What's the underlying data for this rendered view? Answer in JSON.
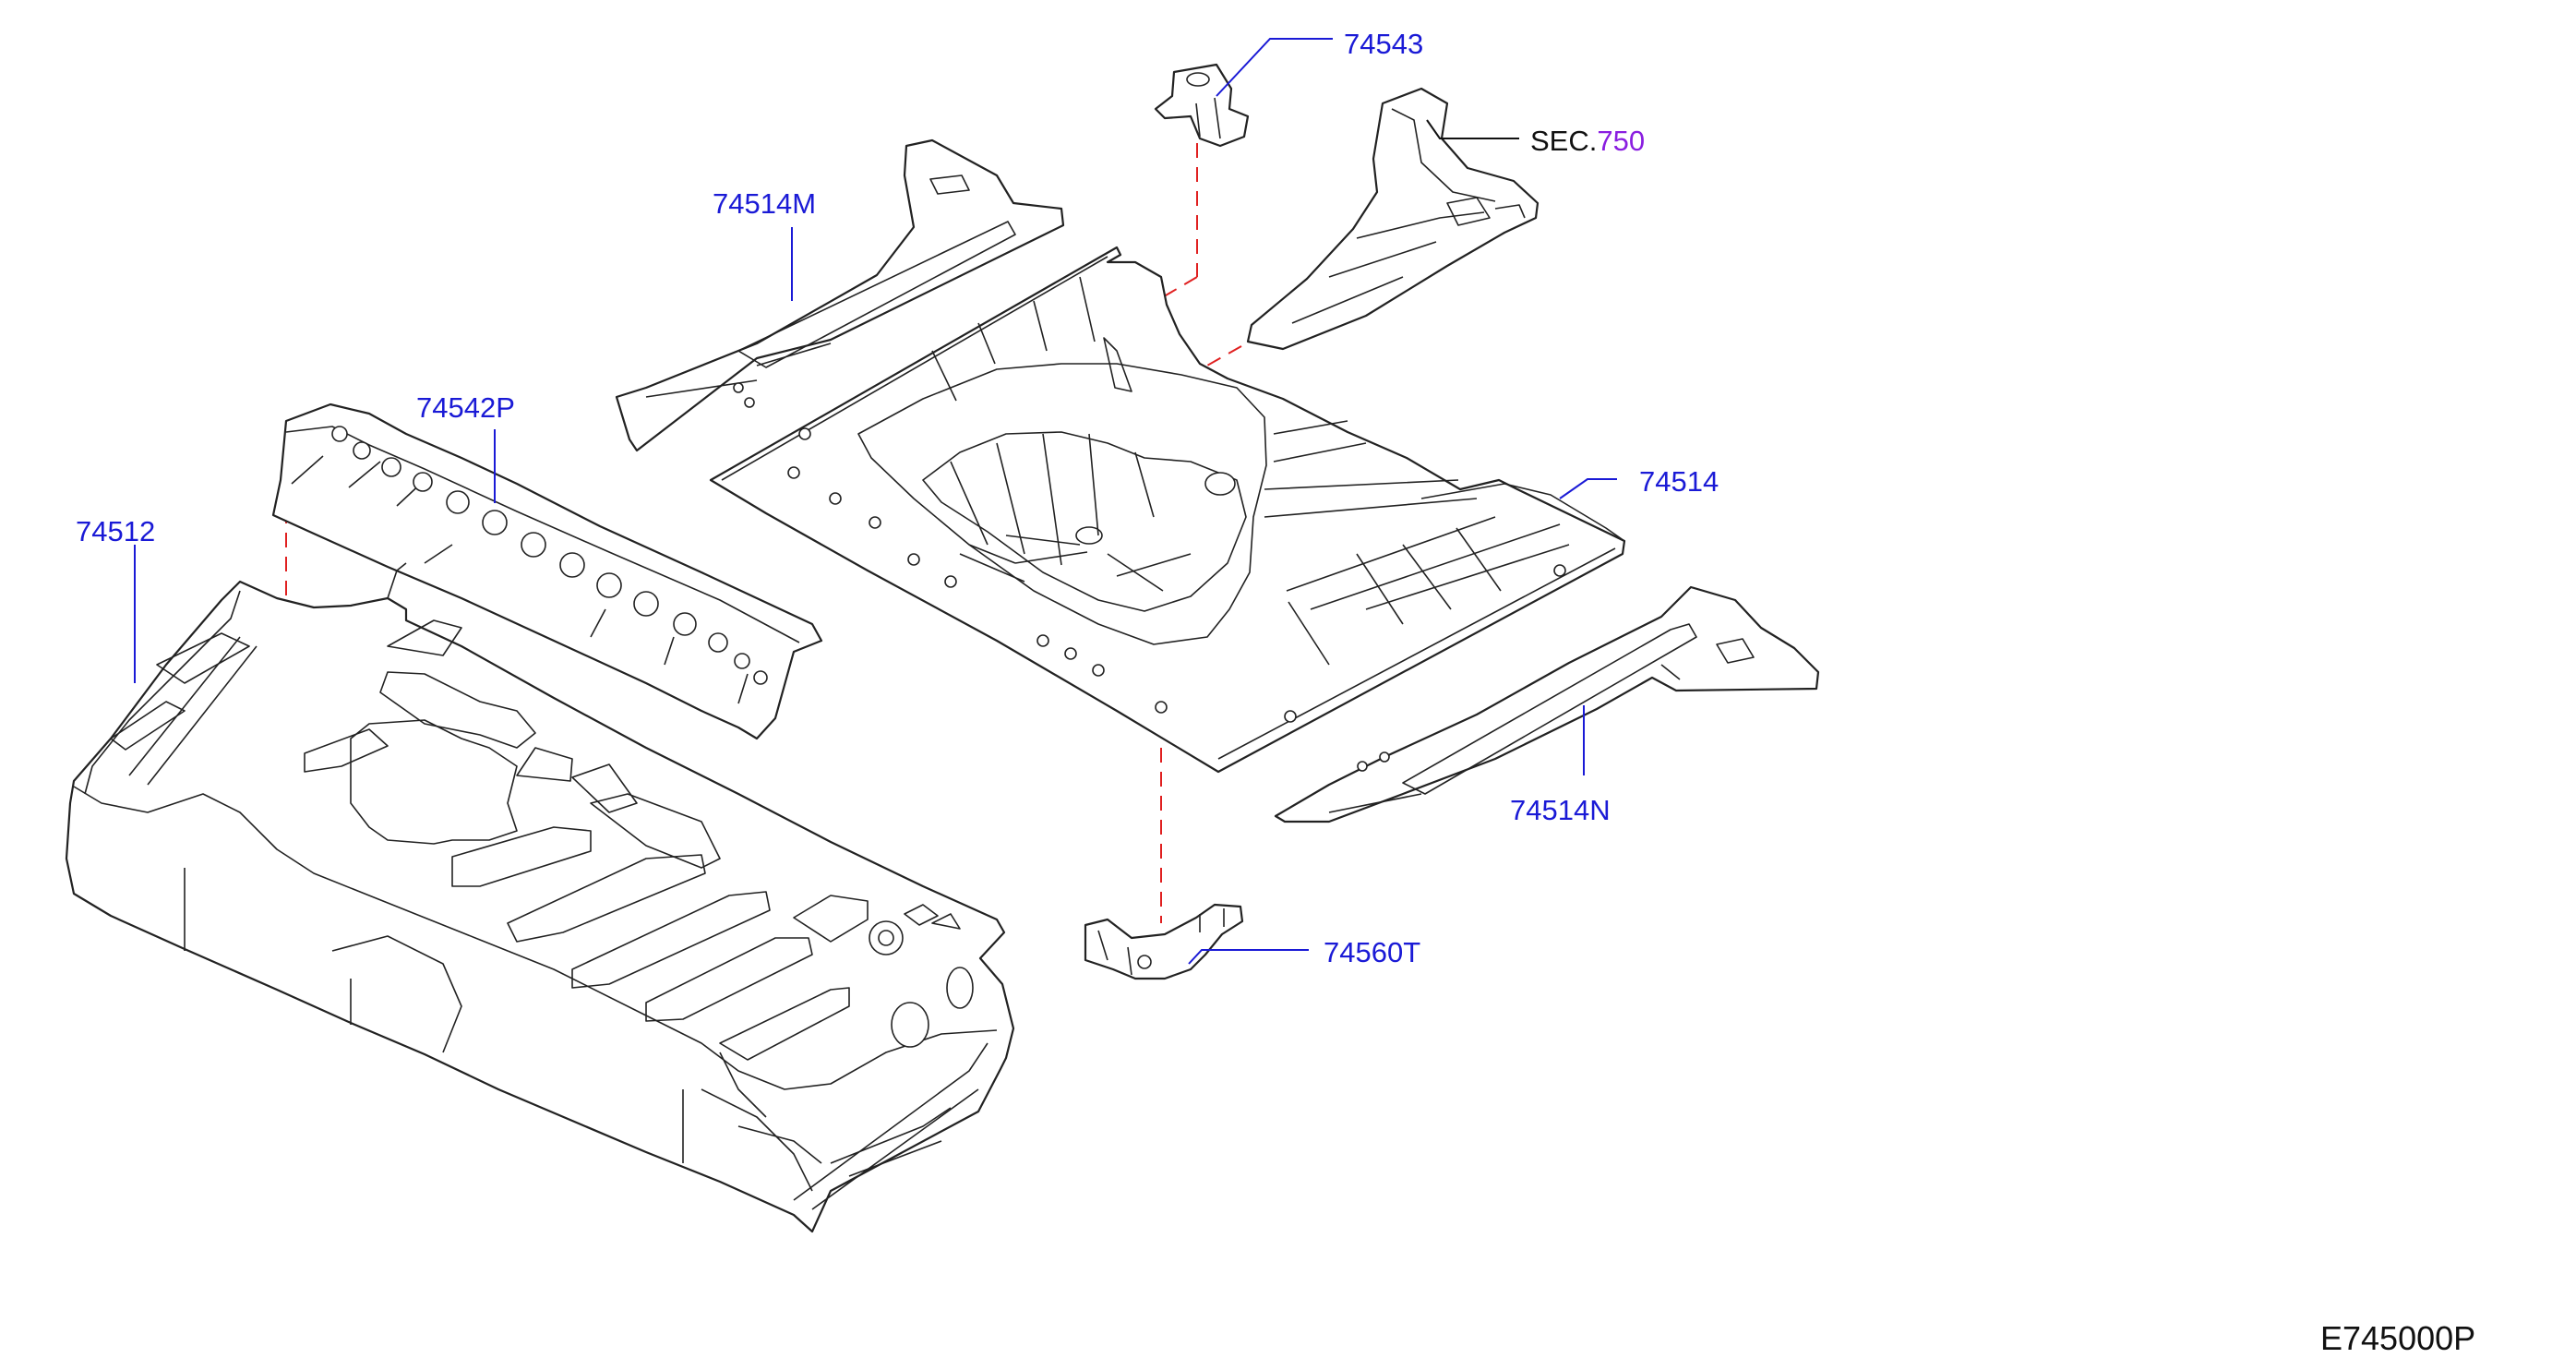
{
  "parts": {
    "p74543": "74543",
    "sec_prefix": "SEC.",
    "sec_number": "750",
    "p74514M": "74514M",
    "p74542P": "74542P",
    "p74512": "74512",
    "p74514": "74514",
    "p74514N": "74514N",
    "p74560T": "74560T"
  },
  "diagram_code": "E745000P",
  "colors": {
    "part_label": "#1a1ad6",
    "section_number": "#8a1ee0",
    "alignment_dash": "#e02020",
    "line_art": "#222222"
  }
}
